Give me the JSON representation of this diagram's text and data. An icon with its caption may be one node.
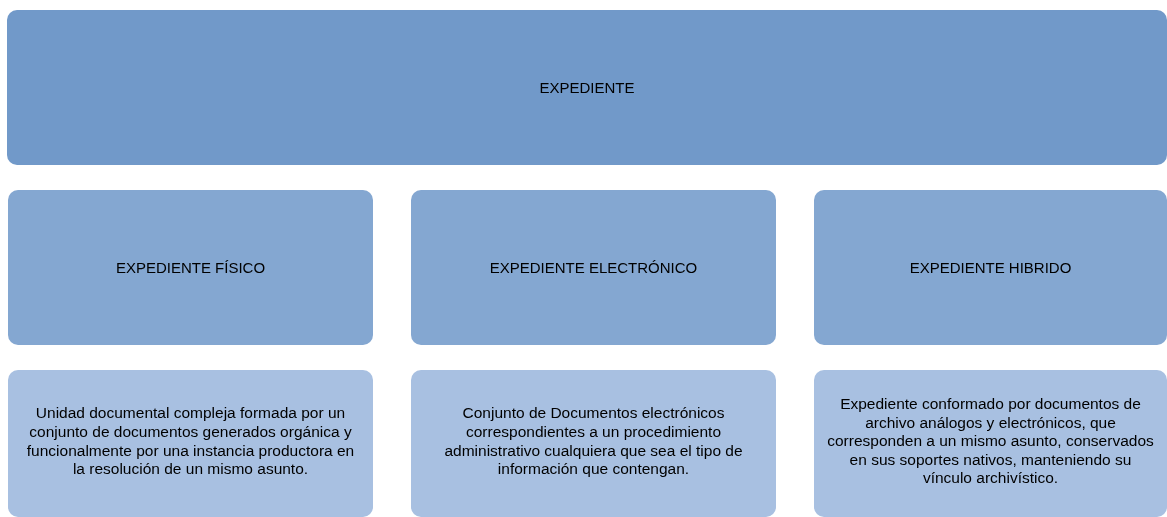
{
  "diagram": {
    "nodes": [
      {
        "text": [
          "EXPEDIENTE"
        ]
      },
      {
        "text": [
          "EXPEDIENTE FÍSICO"
        ]
      },
      {
        "text": [
          "EXPEDIENTE ELECTRÓNICO"
        ]
      },
      {
        "text": [
          "EXPEDIENTE HIBRIDO"
        ]
      },
      {
        "text": [
          "Unidad documental compleja formada por un conjunto de documentos generados orgánica y funcionalmente por una instancia productora en la resolución de un mismo asunto."
        ]
      },
      {
        "text": [
          "Conjunto de Documentos electrónicos correspondientes a un procedimiento administrativo cualquiera que sea el tipo de información que contengan."
        ]
      },
      {
        "text": [
          "Expediente conformado por documentos de archivo análogos y electrónicos, que corresponden a un mismo asunto, conservados en sus soportes nativos, manteniendo su vínculo archivístico."
        ]
      }
    ]
  }
}
